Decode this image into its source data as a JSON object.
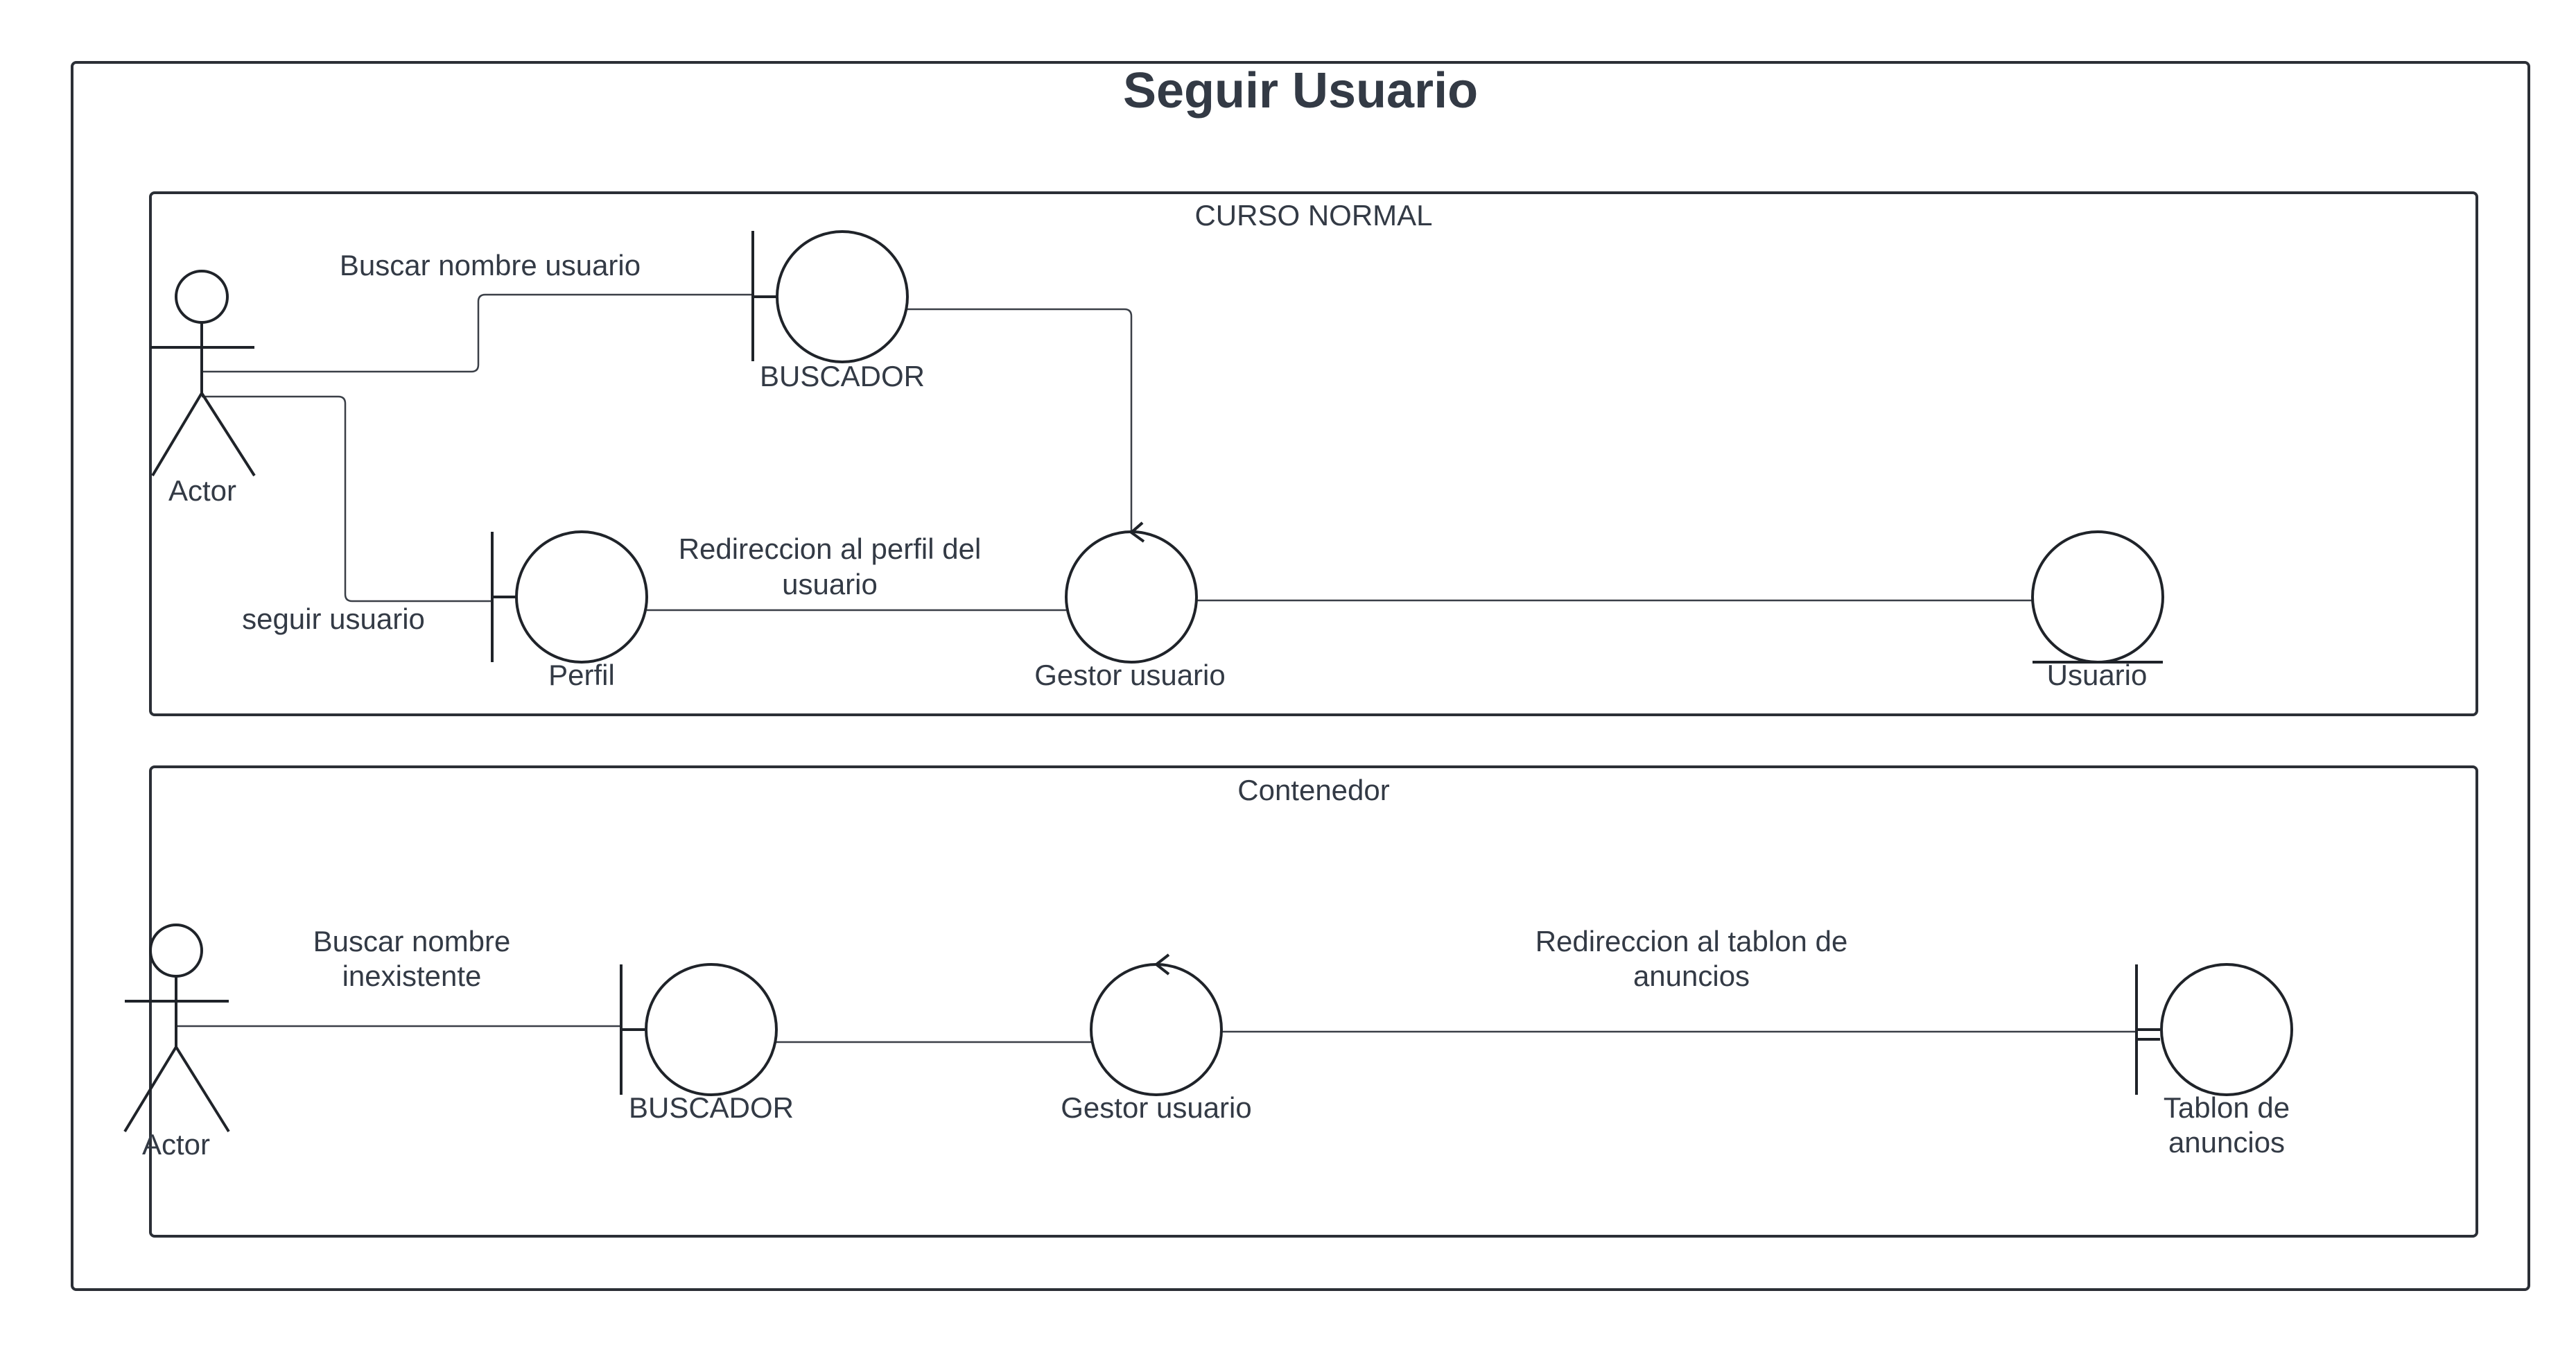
{
  "diagram": {
    "title": "Seguir Usuario",
    "frames": {
      "normal": "CURSO NORMAL",
      "alternate": "Contenedor"
    },
    "normal_flow": {
      "actor": "Actor",
      "buscador": "BUSCADOR",
      "perfil": "Perfil",
      "gestor": "Gestor usuario",
      "usuario": "Usuario",
      "edge_buscar": "Buscar nombre usuario",
      "edge_seguir": "seguir usuario",
      "edge_redireccion_1": "Redireccion al perfil del",
      "edge_redireccion_2": "usuario"
    },
    "alternate_flow": {
      "actor": "Actor",
      "buscador": "BUSCADOR",
      "gestor": "Gestor usuario",
      "tablon_1": "Tablon de",
      "tablon_2": "anuncios",
      "edge_buscar_1": "Buscar nombre",
      "edge_buscar_2": "inexistente",
      "edge_redireccion_1": "Redireccion al tablon de",
      "edge_redireccion_2": "anuncios"
    }
  }
}
